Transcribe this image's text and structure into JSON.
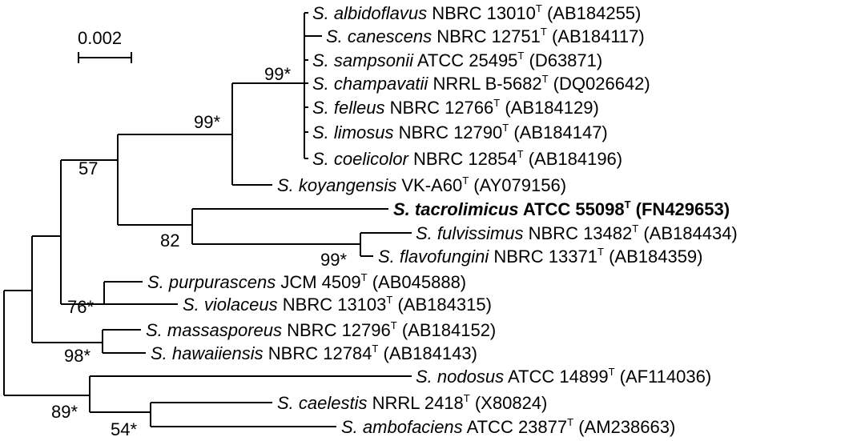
{
  "scale_bar": {
    "label": "0.002"
  },
  "bootstrap": {
    "b99a": "99*",
    "b99b": "99*",
    "b57": "57",
    "b82": "82",
    "b99c": "99*",
    "b76": "76*",
    "b98": "98*",
    "b89": "89*",
    "b54": "54*"
  },
  "taxa": [
    {
      "genus": "S.",
      "species": "albidoflavus",
      "strain": "NBRC 13010",
      "sup": "T",
      "acc": "(AB184255)"
    },
    {
      "genus": "S.",
      "species": "canescens",
      "strain": "NBRC 12751",
      "sup": "T",
      "acc": "(AB184117)"
    },
    {
      "genus": "S.",
      "species": "sampsonii",
      "strain": "ATCC 25495",
      "sup": "T",
      "acc": "(D63871)"
    },
    {
      "genus": "S.",
      "species": "champavatii",
      "strain": "NRRL B-5682",
      "sup": "T",
      "acc": "(DQ026642)"
    },
    {
      "genus": "S.",
      "species": "felleus",
      "strain": "NBRC 12766",
      "sup": "T",
      "acc": "(AB184129)"
    },
    {
      "genus": "S.",
      "species": "limosus",
      "strain": "NBRC 12790",
      "sup": "T",
      "acc": "(AB184147)"
    },
    {
      "genus": "S.",
      "species": "coelicolor",
      "strain": "NBRC 12854",
      "sup": "T",
      "acc": "(AB184196)"
    },
    {
      "genus": "S.",
      "species": "koyangensis",
      "strain": "VK-A60",
      "sup": "T",
      "acc": "(AY079156)"
    },
    {
      "genus": "S.",
      "species": "tacrolimicus",
      "strain": "ATCC 55098",
      "sup": "T",
      "acc": "(FN429653)"
    },
    {
      "genus": "S.",
      "species": "fulvissimus",
      "strain": "NBRC 13482",
      "sup": "T",
      "acc": "(AB184434)"
    },
    {
      "genus": "S.",
      "species": "flavofungini",
      "strain": "NBRC 13371",
      "sup": "T",
      "acc": "(AB184359)"
    },
    {
      "genus": "S.",
      "species": "purpurascens",
      "strain": "JCM 4509",
      "sup": "T",
      "acc": "(AB045888)"
    },
    {
      "genus": "S.",
      "species": "violaceus",
      "strain": "NBRC 13103",
      "sup": "T",
      "acc": "(AB184315)"
    },
    {
      "genus": "S.",
      "species": "massasporeus",
      "strain": "NBRC 12796",
      "sup": "T",
      "acc": "(AB184152)"
    },
    {
      "genus": "S.",
      "species": "hawaiiensis",
      "strain": "NBRC 12784",
      "sup": "T",
      "acc": "(AB184143)"
    },
    {
      "genus": "S.",
      "species": "nodosus",
      "strain": "ATCC 14899",
      "sup": "T",
      "acc": "(AF114036)"
    },
    {
      "genus": "S.",
      "species": "caelestis",
      "strain": "NRRL 2418",
      "sup": "T",
      "acc": "(X80824)"
    },
    {
      "genus": "S.",
      "species": "ambofaciens",
      "strain": "ATCC 23877",
      "sup": "T",
      "acc": "(AM238663)"
    }
  ]
}
